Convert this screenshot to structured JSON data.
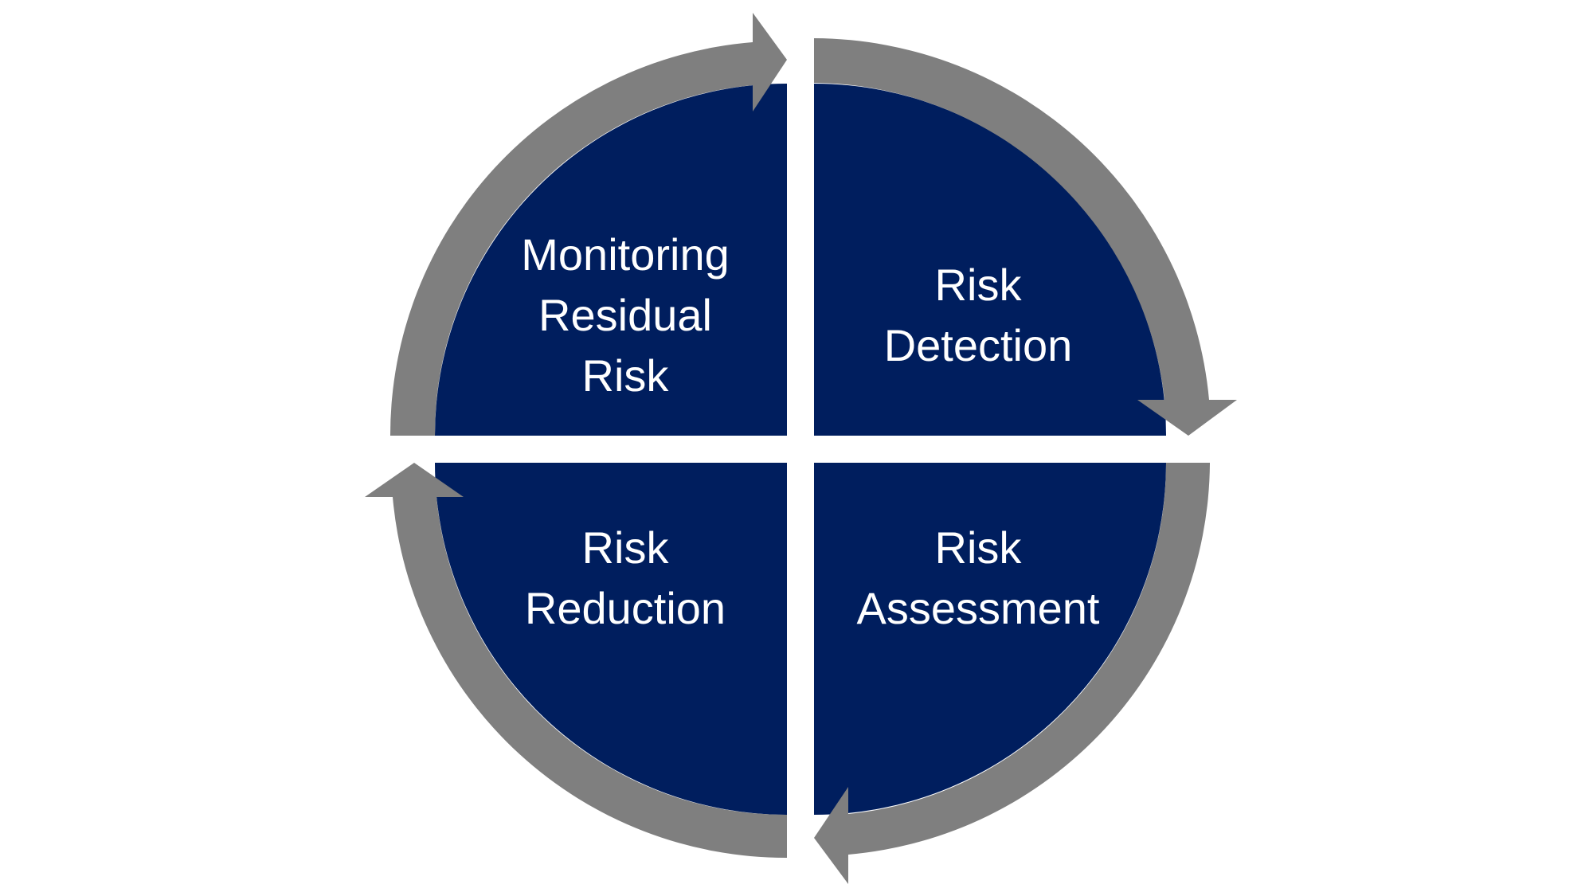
{
  "diagram": {
    "quadrants": [
      {
        "id": "top-left",
        "lines": [
          "Monitoring",
          "Residual",
          "Risk"
        ]
      },
      {
        "id": "top-right",
        "lines": [
          "Risk",
          "Detection"
        ]
      },
      {
        "id": "bottom-right",
        "lines": [
          "Risk",
          "Assessment"
        ]
      },
      {
        "id": "bottom-left",
        "lines": [
          "Risk",
          "Reduction"
        ]
      }
    ],
    "colors": {
      "quadrant_fill": "#001e5e",
      "arrow_fill": "#7f7f7f",
      "text": "#ffffff",
      "background": "#ffffff"
    }
  }
}
